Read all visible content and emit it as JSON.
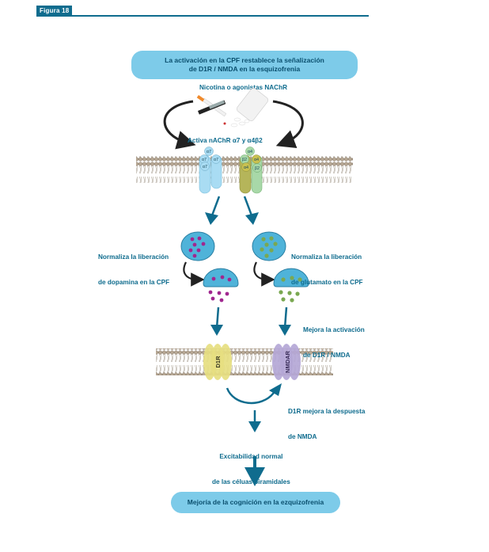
{
  "figure": {
    "tag": "Figura 18"
  },
  "diagram": {
    "top_box": {
      "line1": "La activación en la CPF restablece la señalización",
      "line2": "de D1R / NMDA en la esquizofrenia"
    },
    "source_label": "Nicotina o agonistas NAChR",
    "receptor_label": "Activa nAChR α7 y α4β2",
    "alpha7_subunits": [
      "α7",
      "α7",
      "α7",
      "α7"
    ],
    "alpha4beta2_subunits": [
      "α4",
      "β2",
      "α4",
      "α4",
      "β2"
    ],
    "dopamine_label": {
      "line1": "Normaliza la liberación",
      "line2": "de dopamina en la CPF"
    },
    "glutamate_label": {
      "line1": "Normaliza la liberación",
      "line2": "de glutamato en la CPF"
    },
    "activation_label": {
      "line1": "Mejora la activación",
      "line2": "de D1R / NMDA"
    },
    "d1r_receptor": "D1R",
    "nmdar_receptor": "NMDAR",
    "d1r_nmda_label": {
      "line1": "D1R mejora la despuesta",
      "line2": "de NMDA"
    },
    "excitability_label": {
      "line1": "Excitabilidad normal",
      "line2": "de las céluas piramidales"
    },
    "bottom_box": "Mejoría de la cognición en la ezquizofrenia",
    "colors": {
      "accent": "#0f6c8e",
      "pill": "#7dcbe9",
      "vesicle": "#4fb3d9",
      "dopamine": "#a0278f",
      "glutamate": "#7aa851",
      "alpha7": "#a9dcf3",
      "alpha4": "#b5b55a",
      "beta2": "#a8d8a8",
      "d1r": "#e6de80",
      "nmdar": "#b4a7d6",
      "membrane": "#9a8a78"
    }
  }
}
